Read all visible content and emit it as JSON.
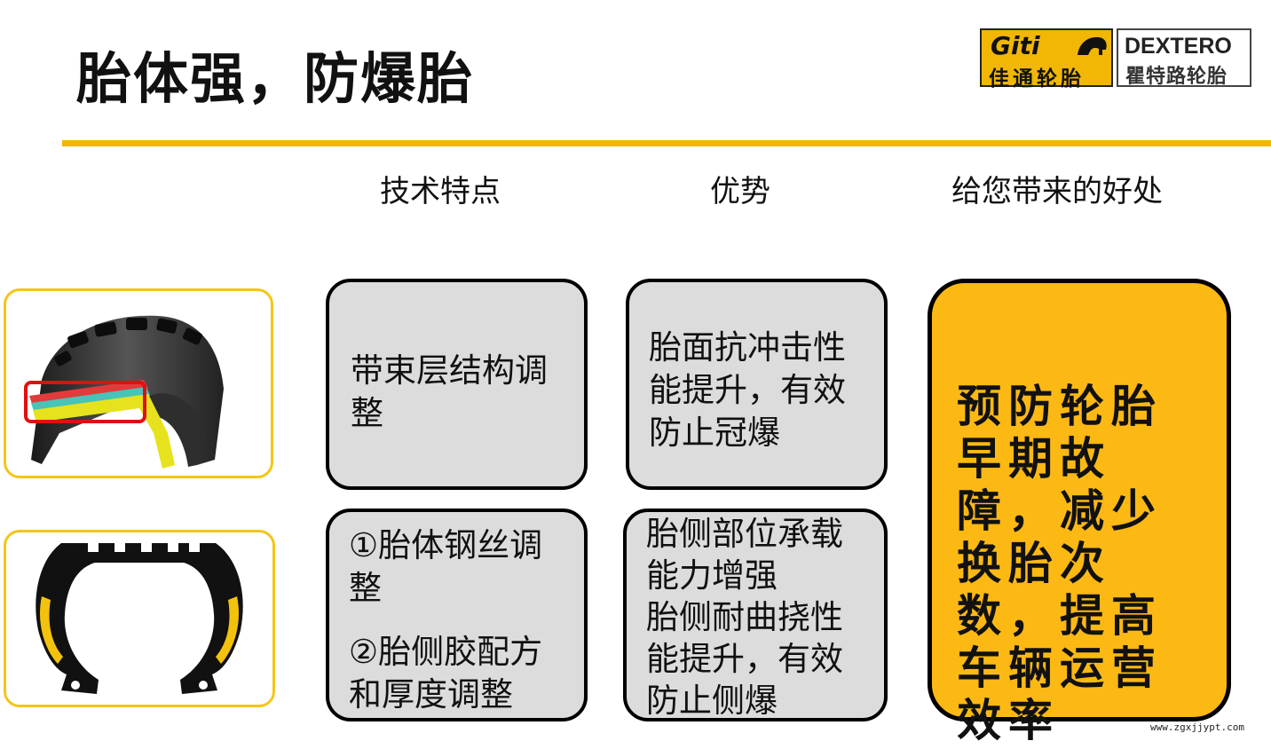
{
  "title": "胎体强，防爆胎",
  "logos": {
    "giti_top": "Giti",
    "giti_bottom": "佳通轮胎",
    "dextero_top": "DEXTERO",
    "dextero_bottom": "瞿特路轮胎"
  },
  "columns": {
    "tech": "技术特点",
    "advantage": "优势",
    "benefit": "给您带来的好处"
  },
  "boxes": {
    "tech_1": "带束层结构调整",
    "tech_2_a": "①胎体钢丝调整",
    "tech_2_b": "②胎侧胶配方和厚度调整",
    "adv_1": "胎面抗冲击性能提升，有效防止冠爆",
    "adv_2_a": "胎侧部位承载能力增强",
    "adv_2_b": "胎侧耐曲挠性能提升，有效防止侧爆",
    "benefit": "预防轮胎早期故障，减少换胎次数，提高车辆运营效率"
  },
  "watermark": "www.zgxjjypt.com",
  "colors": {
    "accent": "#f2b705",
    "benefit_bg": "#fdb913",
    "box_bg": "#dcdcdc"
  },
  "icons": [
    "tire-cutaway-icon",
    "tire-cross-section-icon"
  ]
}
